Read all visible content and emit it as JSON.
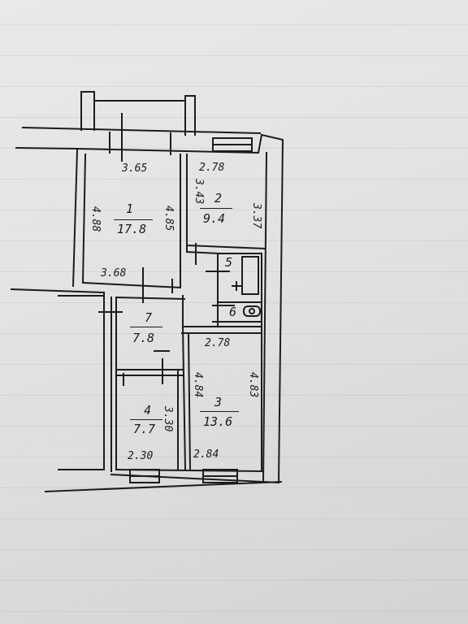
{
  "rooms": [
    {
      "number": "1",
      "area": "17.8",
      "width_top": "3.65",
      "width_bottom": "3.68",
      "length_left": "4.88",
      "length_right": "4.85"
    },
    {
      "number": "2",
      "area": "9.4",
      "width_top": "2.78",
      "length_left": "3.43",
      "length_right": "3.37"
    },
    {
      "number": "3",
      "area": "13.6",
      "width_top": "2.78",
      "width_bottom": "2.84",
      "length_left": "4.84",
      "length_right": "4.83"
    },
    {
      "number": "4",
      "area": "7.7",
      "width_bottom": "2.30",
      "length_right": "3.30"
    },
    {
      "number": "5"
    },
    {
      "number": "6"
    },
    {
      "number": "7",
      "area": "7.8"
    }
  ],
  "colors": {
    "ink": "#1c1c1c",
    "paper": "#e6e6e4"
  }
}
